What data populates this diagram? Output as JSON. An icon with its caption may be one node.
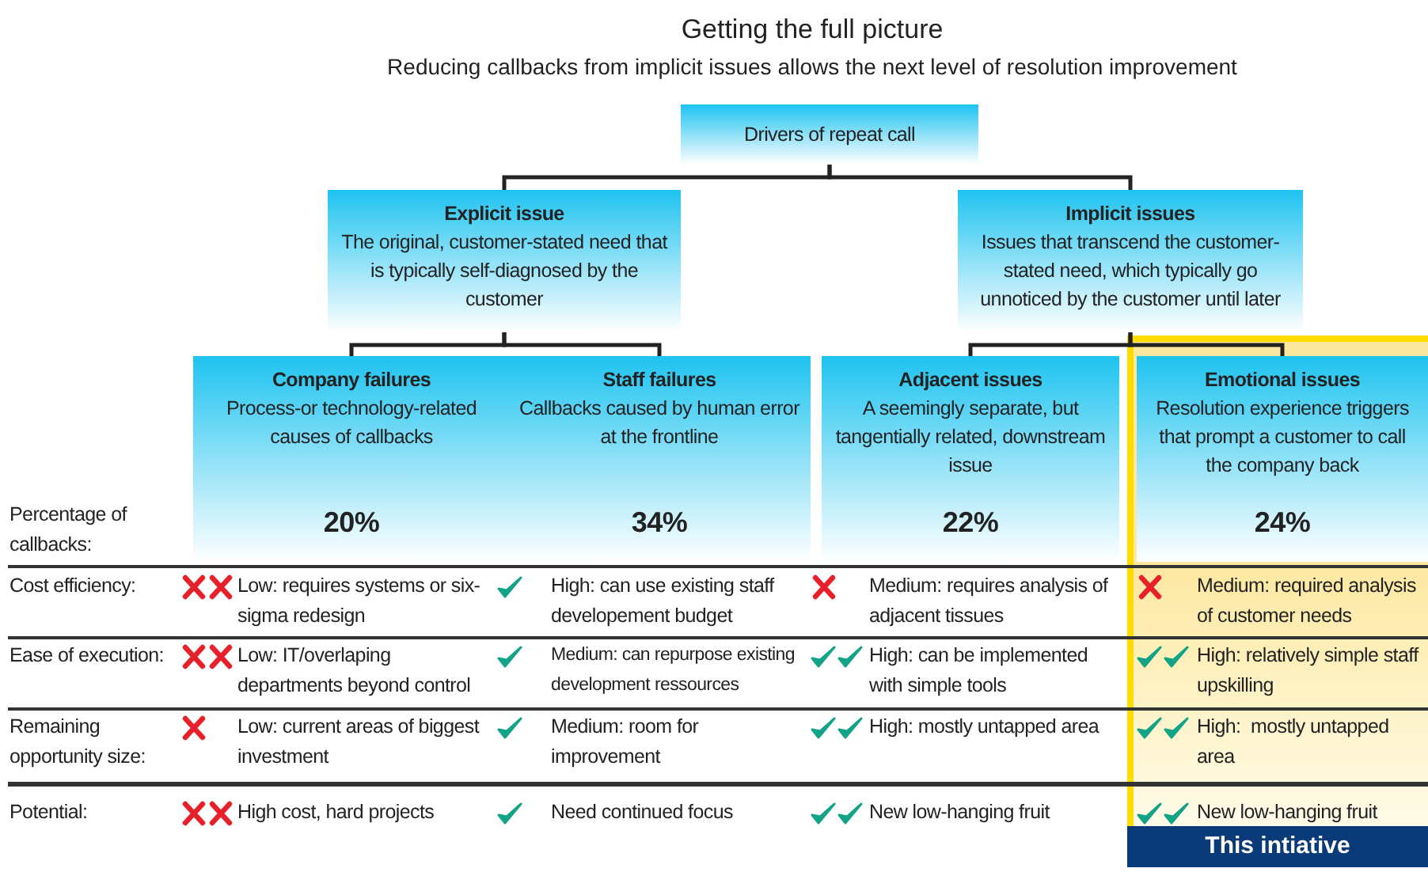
{
  "diagram": {
    "title": "Getting the full picture",
    "nodes": [
      {
        "text": [
          "Drivers of repeat call"
        ]
      },
      {
        "text": [
          "Explicit issue",
          "The original, customer-stated need that is typically self-diagnosed by the customer"
        ]
      },
      {
        "text": [
          "Implicit issues",
          "Issues that transcend the customer-stated need, which typically go unnoticed by the customer until later"
        ]
      },
      {
        "text": [
          "Company failures",
          "Process-or technology-related causes of callbacks",
          "20%"
        ]
      },
      {
        "text": [
          "Staff failures",
          "Callbacks caused by human error at the frontline",
          "34%"
        ]
      },
      {
        "text": [
          "Adjacent issues",
          "A seemingly separate, but tangentially related, downstream issue",
          "22%"
        ]
      },
      {
        "text": [
          "Emotional issues",
          "Resolution experience triggers that prompt a customer to call the company back",
          "24%"
        ]
      },
      {
        "text": [
          "This intiative"
        ]
      }
    ],
    "edges": [
      {
        "from": 0,
        "to": 1,
        "arrow": "none"
      },
      {
        "from": 0,
        "to": 2,
        "arrow": "none"
      },
      {
        "from": 1,
        "to": 3,
        "arrow": "none"
      },
      {
        "from": 1,
        "to": 4,
        "arrow": "none"
      },
      {
        "from": 2,
        "to": 5,
        "arrow": "none"
      },
      {
        "from": 2,
        "to": 6,
        "arrow": "none"
      }
    ],
    "labels": [
      "Reducing callbacks from implicit issues allows the next level of resolution improvement",
      "Percentage of callbacks:",
      "Cost efficiency:",
      "Low: requires systems or six-sigma redesign",
      "High: can use existing staff developement budget",
      "Medium: requires analysis of adjacent tissues",
      "Medium: required analysis of customer needs",
      "Ease of execution:",
      "Low: IT/overlaping departments beyond control",
      "Medium: can repurpose existing development ressources",
      "High: can be implemented with simple tools",
      "High: relatively simple staff upskilling",
      "Remaining opportunity size:",
      "Low: current areas of biggest investment",
      "Medium: room for improvement",
      "High: mostly untapped area",
      "High:  mostly untapped area",
      "Potential:",
      "High cost, hard projects",
      "Need continued focus",
      "New low-hanging fruit",
      "New low-hanging fruit"
    ]
  }
}
